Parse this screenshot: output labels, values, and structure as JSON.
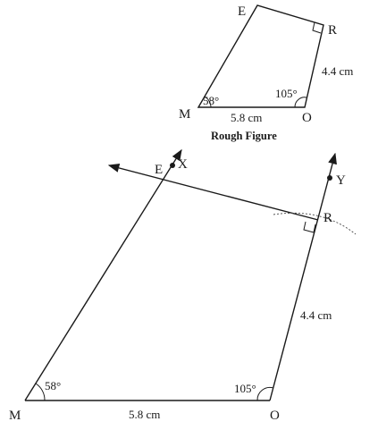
{
  "rough_figure": {
    "caption": "Rough Figure",
    "vertices": {
      "E": "E",
      "R": "R",
      "M": "M",
      "O": "O"
    },
    "angle_m": "58°",
    "angle_o": "105°",
    "side_mo": "5.8 cm",
    "side_or": "4.4 cm"
  },
  "construction": {
    "vertices": {
      "M": "M",
      "O": "O",
      "R": "R",
      "E": "E"
    },
    "ray_labels": {
      "X": "X",
      "Y": "Y"
    },
    "angle_m": "58°",
    "angle_o": "105°",
    "side_mo": "5.8 cm",
    "side_or": "4.4 cm"
  }
}
